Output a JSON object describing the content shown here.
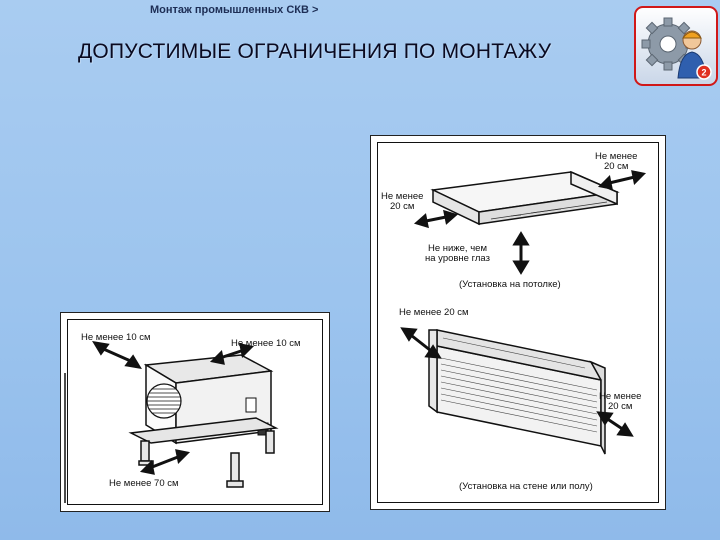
{
  "breadcrumb": "Монтаж промышленных СКВ >",
  "title": "ДОПУСТИМЫЕ ОГРАНИЧЕНИЯ ПО МОНТАЖУ",
  "logo": {
    "icon": "gear-worker-icon",
    "badge": "2",
    "accent": "#e03020"
  },
  "outdoor_unit": {
    "label_top_left": "Не менее 10 см",
    "label_top_right": "Не менее 10 см",
    "label_bottom": "Не менее 70 см"
  },
  "ceiling_unit": {
    "label_right_1": "Не менее",
    "label_right_2": "20 см",
    "label_left_1": "Не менее",
    "label_left_2": "20 см",
    "label_below_1": "Не ниже, чем",
    "label_below_2": "на уровне глаз",
    "caption": "(Установка на потолке)"
  },
  "floor_unit": {
    "label_top": "Не менее 20 см",
    "label_right_1": "Не менее",
    "label_right_2": "20 см",
    "caption": "(Установка на стене или полу)"
  }
}
